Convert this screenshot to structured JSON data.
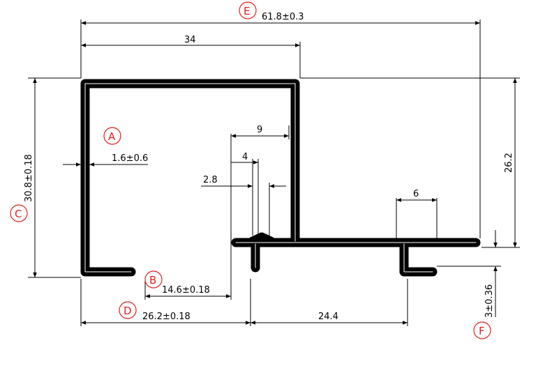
{
  "dimensions": {
    "overall_width": "61.8±0.3",
    "top_width": "34",
    "wall_thickness": "1.6±0.6",
    "height_left": "30.8±0.18",
    "height_right": "26.2",
    "slot_width_9": "9",
    "slot_width_4": "4",
    "offset_2_8": "2.8",
    "foot_width_6": "6",
    "bottom_14_6": "14.6±0.18",
    "bottom_26_2": "26.2±0.18",
    "bottom_24_4": "24.4",
    "foot_height": "3±0.36"
  },
  "callouts": {
    "a": "A",
    "b": "B",
    "c": "C",
    "d": "D",
    "e": "E",
    "f": "F"
  },
  "colors": {
    "callout": "#e02020",
    "profile": "#000000"
  }
}
